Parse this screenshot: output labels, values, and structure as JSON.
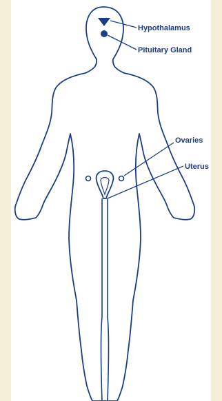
{
  "labels": {
    "hypothalamus": "Hypothalamus",
    "pituitary": "Pituitary Gland",
    "ovaries": "Ovaries",
    "uterus": "Uterus"
  },
  "colors": {
    "outline": "#1b3d86",
    "text": "#1b3d86",
    "border": "#f3f0d7",
    "background": "#ffffff"
  },
  "icons": [
    "triangle-marker",
    "dot-marker"
  ]
}
